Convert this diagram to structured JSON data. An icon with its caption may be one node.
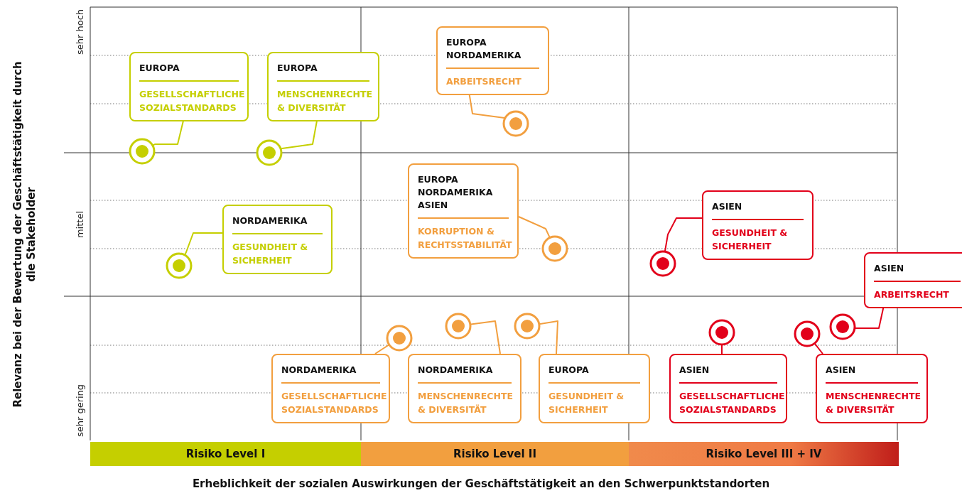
{
  "diagram": {
    "nodes": [
      {
        "text": [
          "EUROPA",
          "GESELLSCHAFTLICHE SOZIALSTANDARDS"
        ]
      },
      {
        "text": [
          "EUROPA",
          "MENSCHENRECHTE & DIVERSITÄT"
        ]
      },
      {
        "text": [
          "EUROPA NORDAMERIKA",
          "ARBEITSRECHT"
        ]
      },
      {
        "text": [
          "EUROPA NORDAMERIKA ASIEN",
          "KORRUPTION & RECHTSSTABILITÄT"
        ]
      },
      {
        "text": [
          "ASIEN",
          "GESUNDHEIT & SICHERHEIT"
        ]
      },
      {
        "text": [
          "NORDAMERIKA",
          "GESUNDHEIT & SICHERHEIT"
        ]
      },
      {
        "text": [
          "ASIEN",
          "ARBEITSRECHT"
        ]
      },
      {
        "text": [
          "NORDAMERIKA",
          "GESELLSCHAFTLICHE SOZIALSTANDARDS"
        ]
      },
      {
        "text": [
          "NORDAMERIKA",
          "MENSCHENRECHTE & DIVERSITÄT"
        ]
      },
      {
        "text": [
          "EUROPA",
          "GESUNDHEIT & SICHERHEIT"
        ]
      },
      {
        "text": [
          "ASIEN",
          "GESELLSCHAFTLICHE SOZIALSTANDARDS"
        ]
      },
      {
        "text": [
          "ASIEN",
          "MENSCHENRECHTE & DIVERSITÄT"
        ]
      },
      {
        "text": [],
        "shape": "circle"
      },
      {
        "text": [],
        "shape": "circle"
      },
      {
        "text": [],
        "shape": "circle"
      },
      {
        "text": [],
        "shape": "circle"
      },
      {
        "text": [],
        "shape": "circle"
      },
      {
        "text": [],
        "shape": "circle"
      },
      {
        "text": [],
        "shape": "circle"
      },
      {
        "text": [],
        "shape": "circle"
      },
      {
        "text": [],
        "shape": "circle"
      },
      {
        "text": [],
        "shape": "circle"
      },
      {
        "text": [],
        "shape": "circle"
      },
      {
        "text": [],
        "shape": "circle"
      }
    ],
    "edges": [
      {
        "from": 0,
        "to": 12,
        "arrow": "none",
        "color": "#c5cf00"
      },
      {
        "from": 1,
        "to": 13,
        "arrow": "none",
        "color": "#c5cf00"
      },
      {
        "from": 2,
        "to": 14,
        "arrow": "none"
      },
      {
        "from": 3,
        "to": 15,
        "arrow": "none"
      },
      {
        "from": 4,
        "to": 16,
        "arrow": "none",
        "color": "#e2001a"
      },
      {
        "from": 5,
        "to": 17,
        "arrow": "none",
        "color": "#c5cf00"
      },
      {
        "from": 6,
        "to": 18,
        "arrow": "none",
        "color": "#e2001a"
      },
      {
        "from": 7,
        "to": 19,
        "arrow": "none"
      },
      {
        "from": 8,
        "to": 20,
        "arrow": "none"
      },
      {
        "from": 9,
        "to": 21,
        "arrow": "none"
      },
      {
        "from": 10,
        "to": 22,
        "arrow": "none",
        "color": "#e2001a"
      },
      {
        "from": 11,
        "to": 23,
        "arrow": "none",
        "color": "#e2001a"
      }
    ],
    "labels": [
      "sehr hoch",
      "mittel",
      "sehr gering",
      "Risiko Level I",
      "Risiko Level II",
      "Risiko Level III + IV",
      "Relevanz bei der Bewertung der Geschäftstätigkeit durch die Stakeholder",
      "Erheblichkeit der sozialen Auswirkungen der Geschäftstätigkeit an den Schwerpunktstandorten"
    ]
  }
}
